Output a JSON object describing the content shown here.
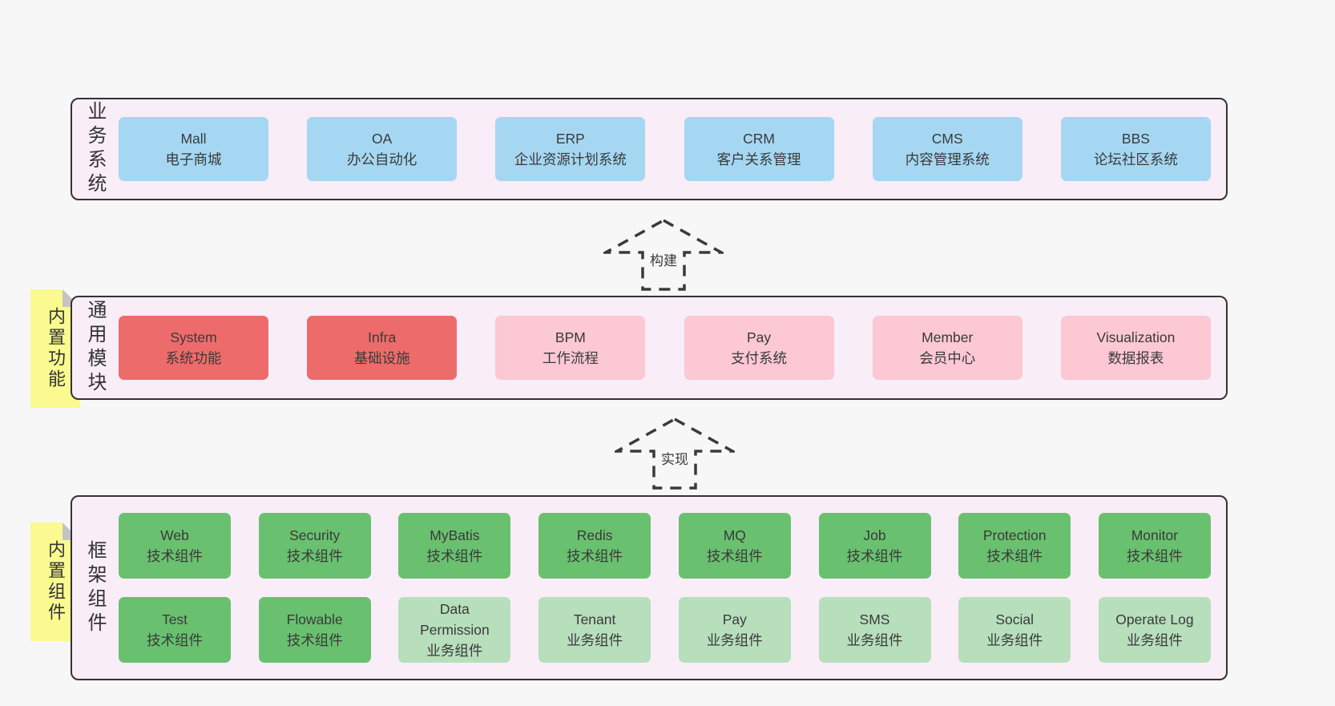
{
  "colors": {
    "page_bg": "#f7f7f7",
    "panel_bg": "#f9edf7",
    "panel_border": "#333333",
    "blue": "#a5d7f2",
    "red": "#ee6b6b",
    "pink": "#fbc8d3",
    "green_dark": "#69c16f",
    "green_light": "#b7dfbc",
    "yellow": "#fafa90",
    "fold_gray": "#c4c4c4",
    "text": "#3a3a3a"
  },
  "arrows": [
    {
      "label": "构建"
    },
    {
      "label": "实现"
    }
  ],
  "layers": {
    "business": {
      "side_label": "业务系统",
      "boxes": [
        {
          "title": "Mall",
          "subtitle": "电子商城"
        },
        {
          "title": "OA",
          "subtitle": "办公自动化"
        },
        {
          "title": "ERP",
          "subtitle": "企业资源计划系统"
        },
        {
          "title": "CRM",
          "subtitle": "客户关系管理"
        },
        {
          "title": "CMS",
          "subtitle": "内容管理系统"
        },
        {
          "title": "BBS",
          "subtitle": "论坛社区系统"
        }
      ]
    },
    "modules": {
      "tag": "内置功能",
      "side_label": "通用模块",
      "boxes": [
        {
          "title": "System",
          "subtitle": "系统功能",
          "variant": "red"
        },
        {
          "title": "Infra",
          "subtitle": "基础设施",
          "variant": "red"
        },
        {
          "title": "BPM",
          "subtitle": "工作流程",
          "variant": "pink"
        },
        {
          "title": "Pay",
          "subtitle": "支付系统",
          "variant": "pink"
        },
        {
          "title": "Member",
          "subtitle": "会员中心",
          "variant": "pink"
        },
        {
          "title": "Visualization",
          "subtitle": "数据报表",
          "variant": "pink"
        }
      ]
    },
    "components": {
      "tag": "内置组件",
      "side_label": "框架组件",
      "row1": [
        {
          "title": "Web",
          "subtitle": "技术组件",
          "variant": "dark"
        },
        {
          "title": "Security",
          "subtitle": "技术组件",
          "variant": "dark"
        },
        {
          "title": "MyBatis",
          "subtitle": "技术组件",
          "variant": "dark"
        },
        {
          "title": "Redis",
          "subtitle": "技术组件",
          "variant": "dark"
        },
        {
          "title": "MQ",
          "subtitle": "技术组件",
          "variant": "dark"
        },
        {
          "title": "Job",
          "subtitle": "技术组件",
          "variant": "dark"
        },
        {
          "title": "Protection",
          "subtitle": "技术组件",
          "variant": "dark"
        },
        {
          "title": "Monitor",
          "subtitle": "技术组件",
          "variant": "dark"
        }
      ],
      "row2": [
        {
          "title": "Test",
          "subtitle": "技术组件",
          "variant": "dark"
        },
        {
          "title": "Flowable",
          "subtitle": "技术组件",
          "variant": "dark"
        },
        {
          "title": "Data Permission",
          "subtitle": "业务组件",
          "variant": "light"
        },
        {
          "title": "Tenant",
          "subtitle": "业务组件",
          "variant": "light"
        },
        {
          "title": "Pay",
          "subtitle": "业务组件",
          "variant": "light"
        },
        {
          "title": "SMS",
          "subtitle": "业务组件",
          "variant": "light"
        },
        {
          "title": "Social",
          "subtitle": "业务组件",
          "variant": "light"
        },
        {
          "title": "Operate Log",
          "subtitle": "业务组件",
          "variant": "light"
        }
      ]
    }
  }
}
